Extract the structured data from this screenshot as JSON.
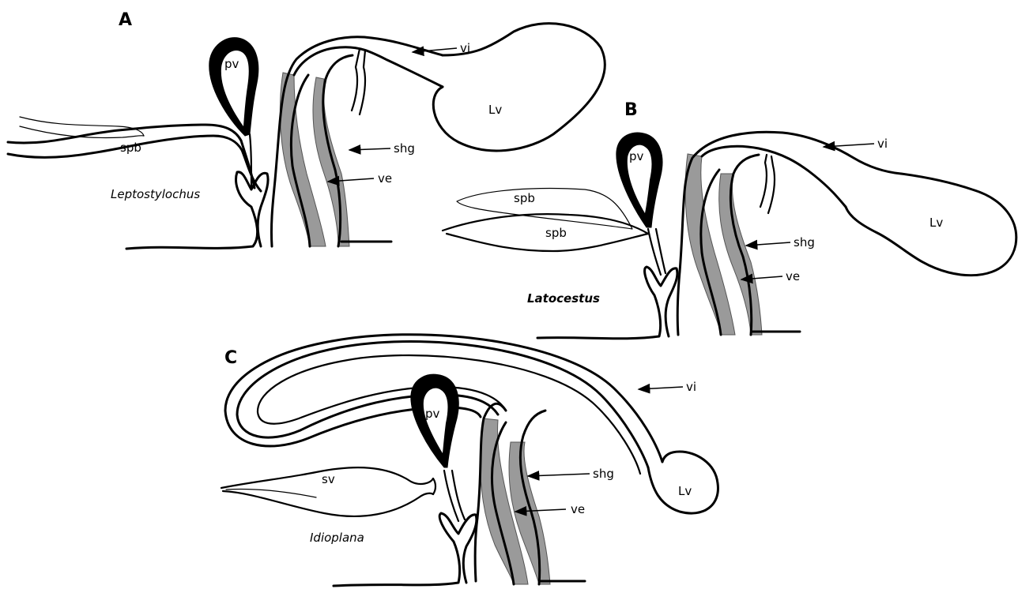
{
  "panels": [
    {
      "letter": "A",
      "genus": "Leptostylochus",
      "labels": {
        "pv": "pv",
        "vi": "vi",
        "lv": "Lv",
        "spb": "spb",
        "shg": "shg",
        "ve": "ve"
      }
    },
    {
      "letter": "B",
      "genus": "Latocestus",
      "labels": {
        "pv": "pv",
        "vi": "vi",
        "lv": "Lv",
        "spb1": "spb",
        "spb2": "spb",
        "shg": "shg",
        "ve": "ve"
      }
    },
    {
      "letter": "C",
      "genus": "Idioplana",
      "labels": {
        "pv": "pv",
        "vi": "vi",
        "lv": "Lv",
        "sv": "sv",
        "shg": "shg",
        "ve": "ve"
      }
    }
  ]
}
